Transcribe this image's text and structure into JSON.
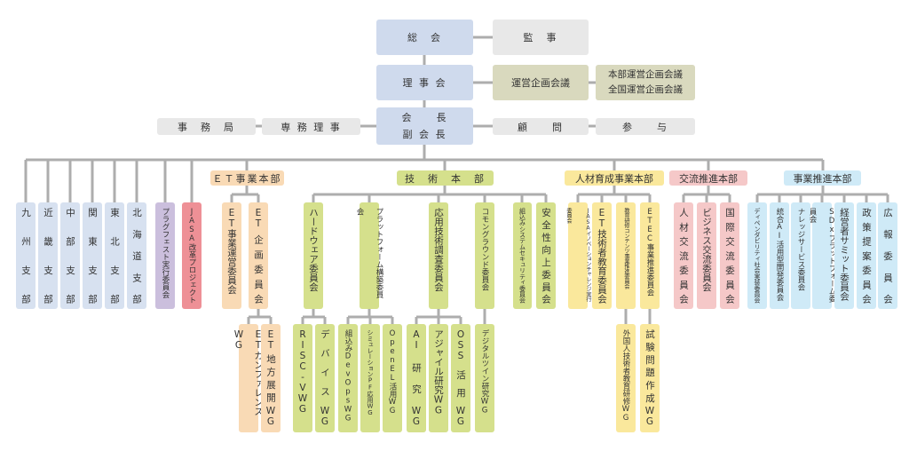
{
  "top": {
    "general_assembly": "総　会",
    "auditor": "監　事",
    "board": "理 事 会",
    "mgmt_meeting": "運営企画会議",
    "hq_meeting": "本部運営企画会議",
    "national_meeting": "全国運営企画会議",
    "president": "会　　長",
    "vice_president": "副 会 長",
    "secretariat": "事　務　局",
    "executive_director": "専 務 理 事",
    "advisor": "顧　　問",
    "counselor": "参　　与"
  },
  "branches": [
    "九州支部",
    "近畿支部",
    "中部支部",
    "関東支部",
    "東北支部",
    "北海道支部"
  ],
  "projects": {
    "plugfest": "プラグフェスト実行委員会",
    "reform": "JASA改革プロジェクト"
  },
  "et": {
    "label": "ＥＴ事業本部",
    "committees": [
      "ET事業運営委員会",
      "ET企画委員会"
    ],
    "wgs": [
      "ETカンファレンスWG",
      "ET地方展開WG"
    ]
  },
  "tech": {
    "label": "技　術　本　部",
    "committees": [
      "ハードウェア委員会",
      "プラットフォーム構築委員会",
      "応用技術調査委員会",
      "コモングラウンド委員会",
      "組込みシステムセキュリティ委員会",
      "安全性向上委員会"
    ],
    "wgs": [
      "RISC-VWG",
      "デバイスWG",
      "組込みDevOpsWG",
      "シミュレーションPF応用WG",
      "OpenEL活用WG",
      "AI研究WG",
      "アジャイル研究WG",
      "OSS活用WG",
      "デジタルツイン研究WG"
    ]
  },
  "hr": {
    "label": "人材育成事業本部",
    "committees": [
      "JASAイノベーションチャレンジ実行委員会",
      "ET技術者教育委員会",
      "教育研修コンテンツ事業推進委員会",
      "ETEC事業推進委員会"
    ],
    "wgs": [
      "外国人技術者教育研修WG",
      "試験問題作成WG"
    ]
  },
  "exchange": {
    "label": "交流推進本部",
    "committees": [
      "人材交流委員会",
      "ビジネス交流委員会",
      "国際交流委員会"
    ]
  },
  "biz": {
    "label": "事業推進本部",
    "committees": [
      "ディペンダビリティ社会実装委員会",
      "統合AI活用型開発委員会",
      "ナレッジサービス委員会",
      "SDxプラットフォーム委員会",
      "経営者サミット委員会",
      "政策提案委員会",
      "広報委員会"
    ]
  }
}
